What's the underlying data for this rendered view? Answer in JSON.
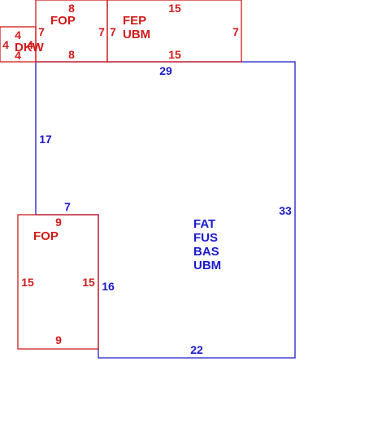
{
  "colors": {
    "existing": "#d11b1b",
    "new": "#1a1acc",
    "background": "#ffffff"
  },
  "areas": {
    "dkw": {
      "codes": [
        "DKW"
      ],
      "dims": {
        "top": "4",
        "left": "4",
        "right": "4",
        "bottom": "4"
      }
    },
    "fop_top": {
      "codes": [
        "FOP"
      ],
      "dims": {
        "top": "8",
        "left": "7",
        "right": "7",
        "bottom": "8"
      }
    },
    "fep": {
      "codes": [
        "FEP",
        "UBM"
      ],
      "dims": {
        "top": "15",
        "left": "7",
        "right": "7",
        "bottom": "15"
      }
    },
    "main": {
      "codes": [
        "FAT",
        "FUS",
        "BAS",
        "UBM"
      ],
      "dims": {
        "top": "29",
        "left": "17",
        "right": "33",
        "bottom": "22",
        "step_top": "7",
        "step_side": "16"
      }
    },
    "fop_bottom": {
      "codes": [
        "FOP"
      ],
      "dims": {
        "top": "9",
        "left": "15",
        "right": "15",
        "bottom": "9"
      }
    }
  }
}
